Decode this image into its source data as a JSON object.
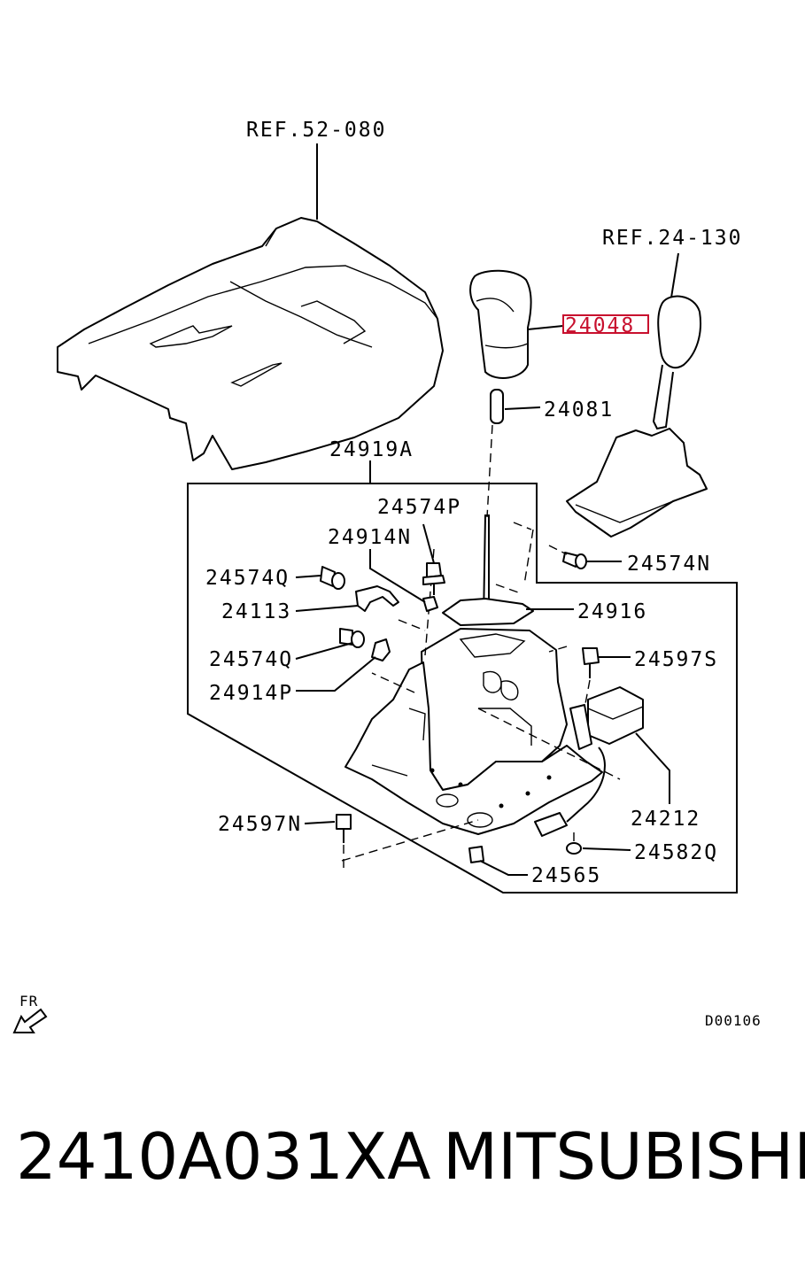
{
  "diagram": {
    "ref_seat": "REF.52-080",
    "ref_shifter": "REF.24-130",
    "parts": {
      "p24048": "24048",
      "p24081": "24081",
      "p24919A": "24919A",
      "p24574P": "24574P",
      "p24914N": "24914N",
      "p24574N": "24574N",
      "p24574Q_a": "24574Q",
      "p24113": "24113",
      "p24916": "24916",
      "p24574Q_b": "24574Q",
      "p24597S": "24597S",
      "p24914P": "24914P",
      "p24212": "24212",
      "p24597N": "24597N",
      "p24582Q": "24582Q",
      "p24565": "24565"
    },
    "direction_label": "FR",
    "drawing_code": "D00106",
    "highlight_color": "#c8102e"
  },
  "footer": {
    "part_number": "2410A031XA",
    "brand": "MITSUBISHI"
  }
}
